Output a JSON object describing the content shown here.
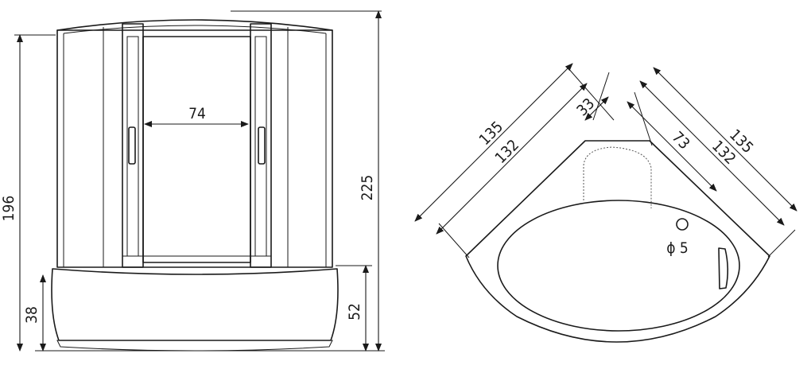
{
  "front_view": {
    "dims": {
      "door_width": "74",
      "total_height": "225",
      "cabin_height": "196",
      "tray_height": "38",
      "apron_height": "52"
    }
  },
  "top_view": {
    "dims": {
      "left_outer": "135",
      "left_inner": "132",
      "right_outer": "135",
      "right_inner": "132",
      "corner_depth": "33",
      "seat_depth": "73",
      "drain": "ϕ 5"
    }
  }
}
